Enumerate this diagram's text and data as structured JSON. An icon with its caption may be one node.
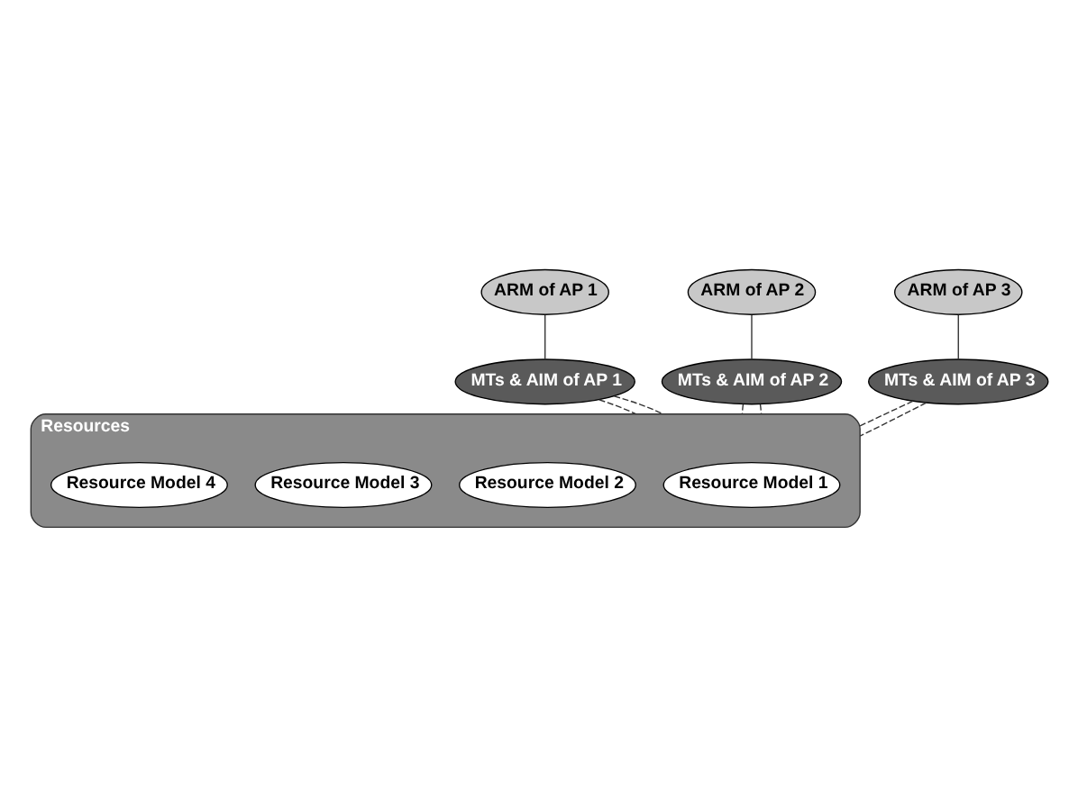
{
  "diagram": {
    "nodes": [
      {
        "text": [
          "ARM of AP 1"
        ]
      },
      {
        "text": [
          "ARM of AP 2"
        ]
      },
      {
        "text": [
          "ARM of AP 3"
        ]
      },
      {
        "text": [
          "MTs & AIM of AP 1"
        ]
      },
      {
        "text": [
          "MTs & AIM of AP 2"
        ]
      },
      {
        "text": [
          "MTs & AIM of AP 3"
        ]
      },
      {
        "text": [
          "Resources"
        ]
      },
      {
        "text": [
          "Resource Model 1"
        ],
        "in": 6
      },
      {
        "text": [
          "Resource Model 2"
        ],
        "in": 6
      },
      {
        "text": [
          "Resource Model 3"
        ],
        "in": 6
      },
      {
        "text": [
          "Resource Model 4"
        ],
        "in": 6
      }
    ],
    "edges": [
      {
        "from": 0,
        "to": 3,
        "arrow": "none"
      },
      {
        "from": 1,
        "to": 4,
        "arrow": "none"
      },
      {
        "from": 2,
        "to": 5,
        "arrow": "none"
      },
      {
        "from": 3,
        "to": 6,
        "arrow": "none",
        "style": "dashed"
      },
      {
        "from": 3,
        "to": 6,
        "arrow": "none",
        "style": "dashed"
      },
      {
        "from": 4,
        "to": 6,
        "arrow": "none",
        "style": "dashed"
      },
      {
        "from": 4,
        "to": 6,
        "arrow": "none",
        "style": "dashed"
      },
      {
        "from": 5,
        "to": 6,
        "arrow": "none",
        "style": "dashed"
      },
      {
        "from": 5,
        "to": 6,
        "arrow": "none",
        "style": "dashed"
      }
    ]
  }
}
